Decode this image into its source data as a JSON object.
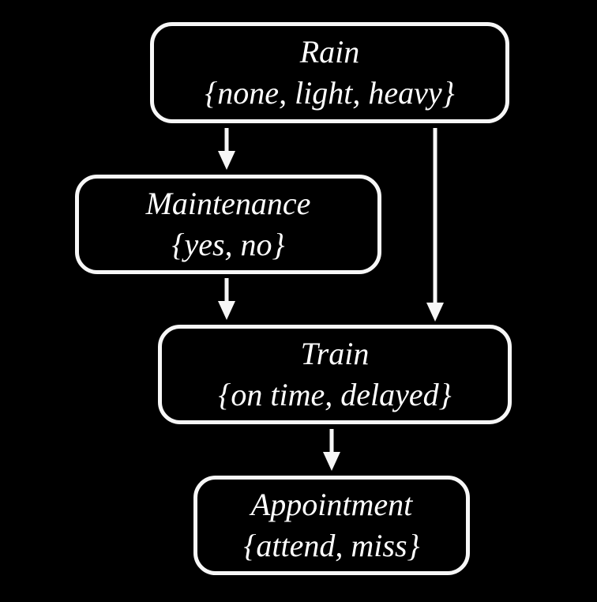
{
  "diagram": {
    "type": "bayesian-network",
    "colors": {
      "background": "#000000",
      "node_fill": "#000000",
      "node_border": "#f7f7f7",
      "text": "#ffffff",
      "arrow": "#f7f7f7"
    },
    "nodes": [
      {
        "id": "rain",
        "label": "Rain",
        "values": "{none, light, heavy}"
      },
      {
        "id": "maintenance",
        "label": "Maintenance",
        "values": "{yes, no}"
      },
      {
        "id": "train",
        "label": "Train",
        "values": "{on time, delayed}"
      },
      {
        "id": "appointment",
        "label": "Appointment",
        "values": "{attend, miss}"
      }
    ],
    "edges": [
      {
        "from": "Rain",
        "to": "Maintenance"
      },
      {
        "from": "Rain",
        "to": "Train"
      },
      {
        "from": "Maintenance",
        "to": "Train"
      },
      {
        "from": "Train",
        "to": "Appointment"
      }
    ]
  }
}
